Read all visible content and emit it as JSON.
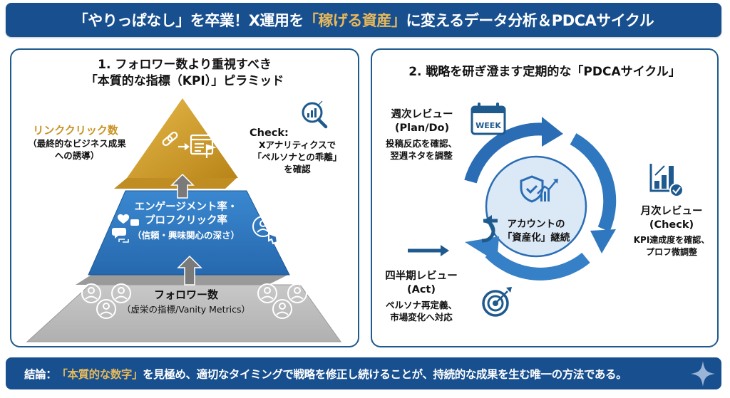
{
  "header": {
    "title_prefix": "「やりっぱなし」を卒業！X運用を",
    "title_highlight": "「稼げる資産」",
    "title_suffix": "に変えるデータ分析＆PDCAサイクル"
  },
  "pyramid_panel": {
    "title_line1": "1. フォロワー数より重視すべき",
    "title_line2": "「本質的な指標（KPI）」ピラミッド",
    "top_tier": {
      "label": "リンククリック数",
      "description_line1": "（最終的なビジネス成果",
      "description_line2": "への誘導）",
      "icon": "link-to-landing-page-icon"
    },
    "check_note": {
      "heading": "Check:",
      "line1": "Xアナリティクスで",
      "line2": "「ペルソナとの乖離」",
      "line3": "を確認",
      "icon": "magnifier-chart-icon"
    },
    "middle_tier": {
      "label_line1": "エンゲージメント率・",
      "label_line2": "プロフクリック率",
      "description": "（信頼・興味関心の深さ）",
      "icons": [
        "heart-icon",
        "reply-icon",
        "comment-icon",
        "retweet-icon",
        "profile-click-icon"
      ]
    },
    "base_tier": {
      "label": "フォロワー数",
      "description": "（虚栄の指標/Vanity Metrics）",
      "icons": [
        "user-group-icon",
        "user-group-icon"
      ]
    },
    "colors": {
      "top": "#d4a02e",
      "middle": "#2f7bc4",
      "base": "#bdbdbd",
      "arrow": "#7a7a7a"
    }
  },
  "pdca_panel": {
    "title": "2. 戦略を研ぎ澄ます定期的な「PDCAサイクル」",
    "center": {
      "line1": "アカウントの",
      "line2": "「資産化」継続",
      "icon": "shield-growth-icon"
    },
    "weekly": {
      "title": "週次レビュー",
      "phase": "(Plan/Do)",
      "line1": "投稿反応を確認、",
      "line2": "翌週ネタを調整",
      "icon_text": "WEEK"
    },
    "monthly": {
      "title": "月次レビュー",
      "phase": "(Check)",
      "line1": "KPI達成度を確認、",
      "line2": "プロフ微調整",
      "icon": "bar-chart-check-icon"
    },
    "quarterly": {
      "title": "四半期レビュー",
      "phase": "(Act)",
      "line1": "ペルソナ再定義、",
      "line2": "市場変化へ対応",
      "icon": "u-turn-arrow-icon"
    },
    "target_icon": "target-icon",
    "colors": {
      "ring": "#2a6db5",
      "center_fill": "#dbe8f5"
    }
  },
  "footer": {
    "prefix": "結論：",
    "highlight": "「本質的な数字」",
    "suffix": "を見極め、適切なタイミングで戦略を修正し続けることが、持続的な成果を生む唯一の方法である。"
  }
}
